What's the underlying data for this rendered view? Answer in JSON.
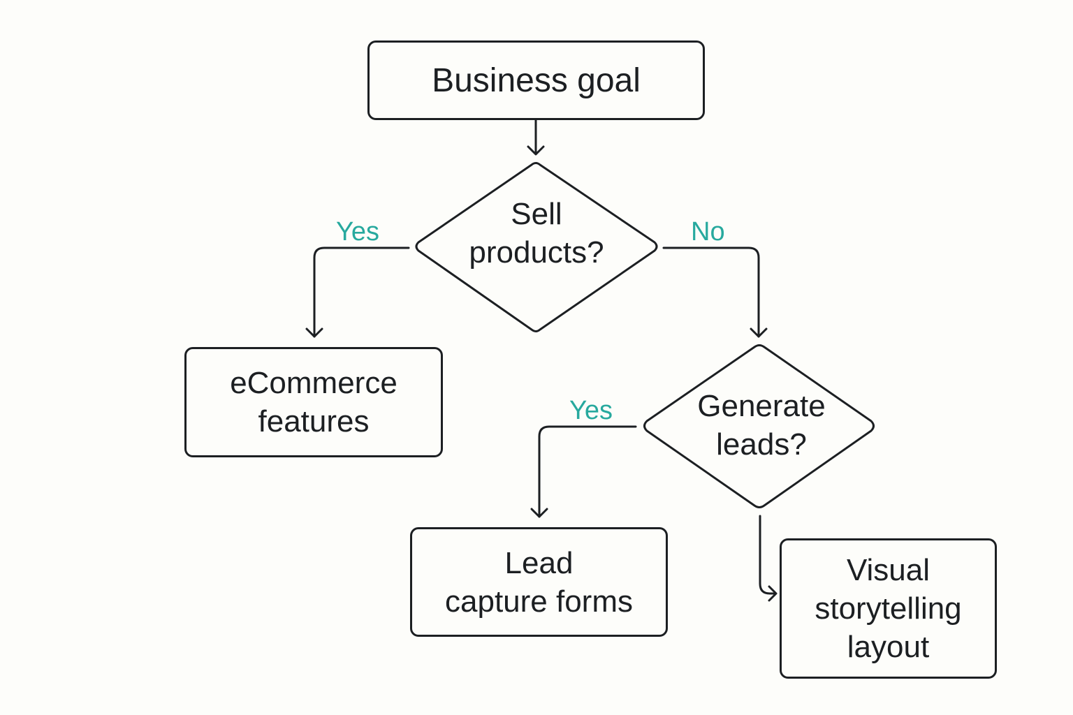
{
  "diagram": {
    "colors": {
      "stroke": "#1c1f22",
      "label": "#27a99e",
      "background": "#fdfdfa"
    },
    "nodes": {
      "business_goal": {
        "type": "process",
        "text": "Business goal"
      },
      "sell_products": {
        "type": "decision",
        "text": "Sell\nproducts?"
      },
      "ecommerce": {
        "type": "process",
        "text": "eCommerce\nfeatures"
      },
      "generate_leads": {
        "type": "decision",
        "text": "Generate\nleads?"
      },
      "lead_capture": {
        "type": "process",
        "text": "Lead\ncapture forms"
      },
      "visual_storytelling": {
        "type": "process",
        "text": "Visual\nstorytelling\nlayout"
      }
    },
    "edges": [
      {
        "from": "business_goal",
        "to": "sell_products",
        "label": ""
      },
      {
        "from": "sell_products",
        "to": "ecommerce",
        "label": "Yes"
      },
      {
        "from": "sell_products",
        "to": "generate_leads",
        "label": "No"
      },
      {
        "from": "generate_leads",
        "to": "lead_capture",
        "label": "Yes"
      },
      {
        "from": "generate_leads",
        "to": "visual_storytelling",
        "label": ""
      }
    ],
    "labels": {
      "sell_yes": "Yes",
      "sell_no": "No",
      "leads_yes": "Yes"
    }
  }
}
